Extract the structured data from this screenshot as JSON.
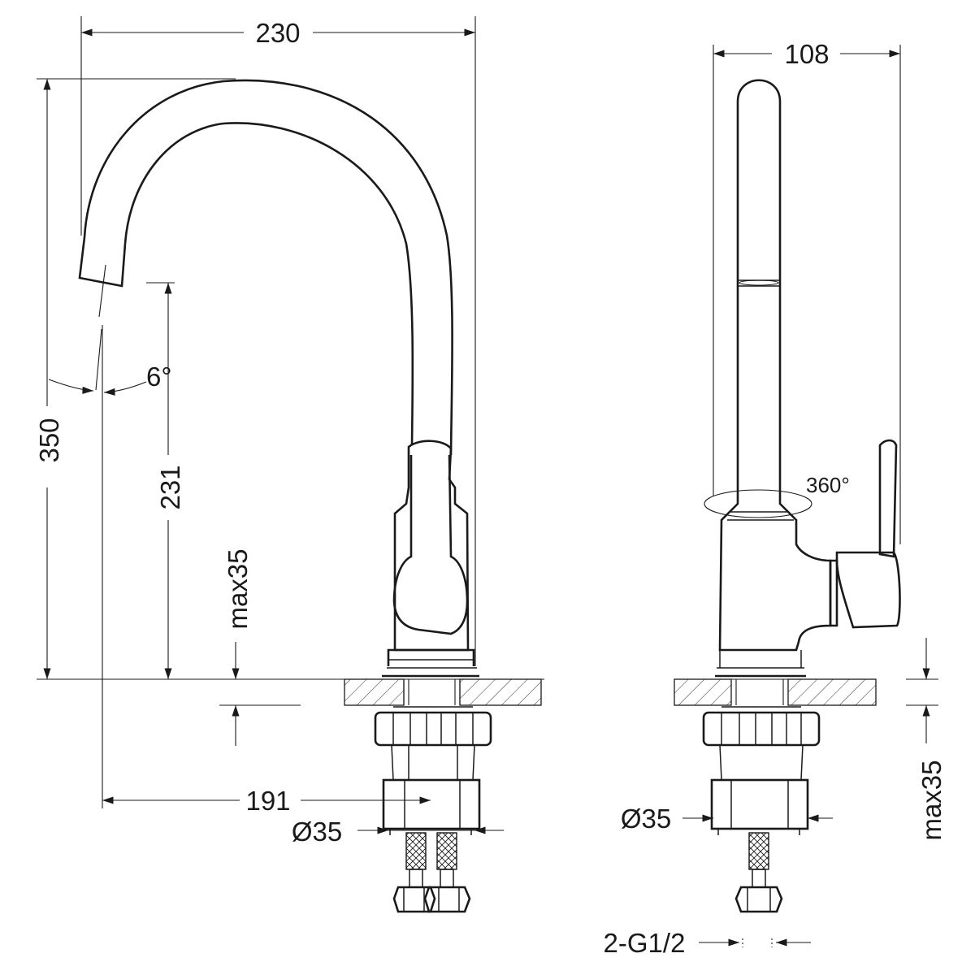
{
  "front_view": {
    "width_230": "230",
    "height_350": "350",
    "spout_height_231": "231",
    "angle_6": "6°",
    "deck_thickness_max35": "max35",
    "reach_191": "191",
    "hole_dia_35": "Ø35"
  },
  "side_view": {
    "width_108": "108",
    "rotation_360": "360°",
    "deck_thickness_max35": "max35",
    "hole_dia_35": "Ø35",
    "connection_thread": "2-G1/2"
  }
}
